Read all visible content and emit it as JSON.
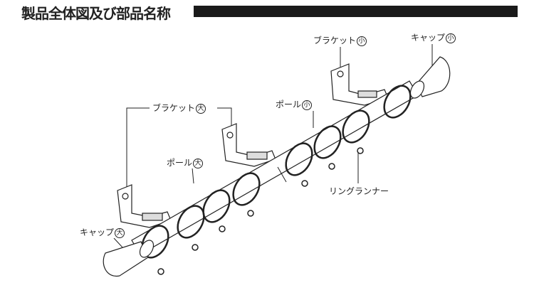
{
  "title": "製品全体図及び部品名称",
  "labels": {
    "bracket_small": {
      "name": "ブラケット",
      "size": "小"
    },
    "cap_small": {
      "name": "キャップ",
      "size": "小"
    },
    "bracket_large": {
      "name": "ブラケット",
      "size": "大"
    },
    "pole_small": {
      "name": "ポール",
      "size": "小"
    },
    "pole_large": {
      "name": "ポール",
      "size": "大"
    },
    "ring_runner": {
      "name": "リングランナー"
    },
    "cap_large": {
      "name": "キャップ",
      "size": "大"
    }
  }
}
